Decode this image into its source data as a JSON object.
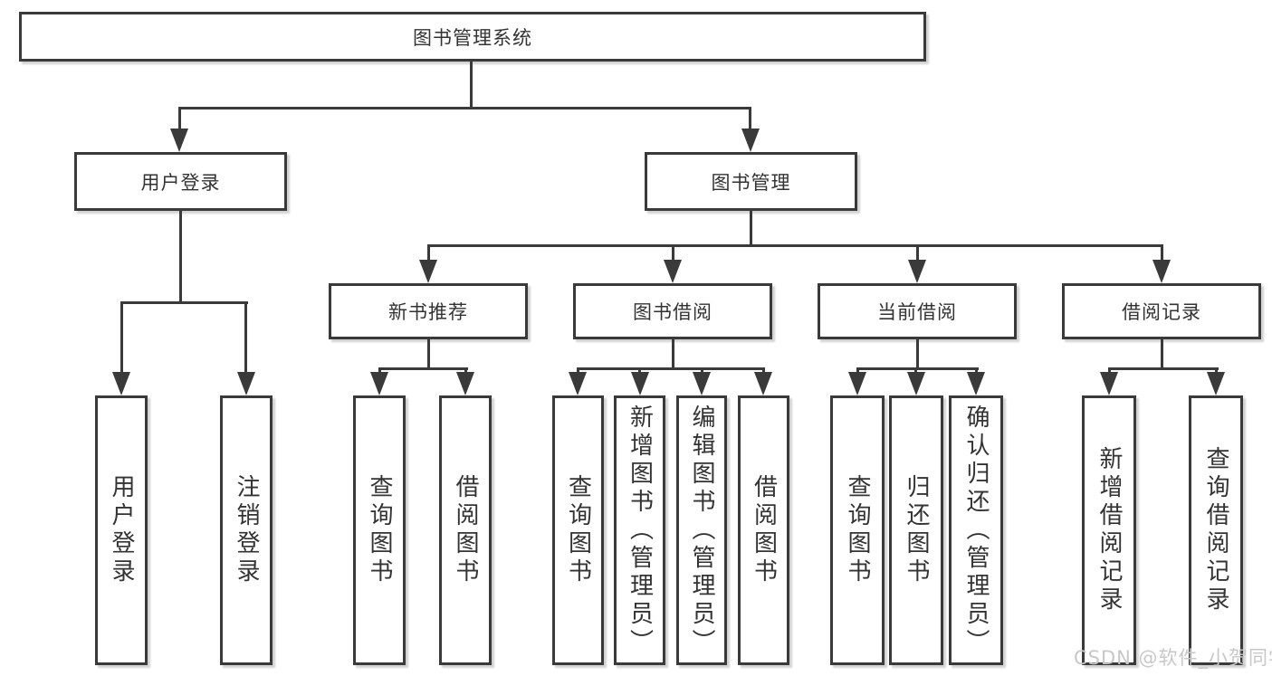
{
  "colors": {
    "line": "#3a3a3a",
    "box_border": "#3a3a3a",
    "box_fill": "#ffffff",
    "text": "#333333",
    "watermark_text": "#c8c8c8"
  },
  "watermark": {
    "text": "CSDN @软件_小贺同学"
  },
  "tree": {
    "root": {
      "label": "图书管理系统"
    },
    "branches": [
      {
        "label": "用户登录",
        "leaves": [
          {
            "label": "用户登录"
          },
          {
            "label": "注销登录"
          }
        ]
      },
      {
        "label": "图书管理",
        "sections": [
          {
            "label": "新书推荐",
            "leaves": [
              {
                "label": "查询图书"
              },
              {
                "label": "借阅图书"
              }
            ]
          },
          {
            "label": "图书借阅",
            "leaves": [
              {
                "label": "查询图书"
              },
              {
                "label": "新增图书（管理员）"
              },
              {
                "label": "编辑图书（管理员）"
              },
              {
                "label": "借阅图书"
              }
            ]
          },
          {
            "label": "当前借阅",
            "leaves": [
              {
                "label": "查询图书"
              },
              {
                "label": "归还图书"
              },
              {
                "label": "确认归还（管理员）"
              }
            ]
          },
          {
            "label": "借阅记录",
            "leaves": [
              {
                "label": "新增借阅记录"
              },
              {
                "label": "查询借阅记录"
              }
            ]
          }
        ]
      }
    ]
  }
}
